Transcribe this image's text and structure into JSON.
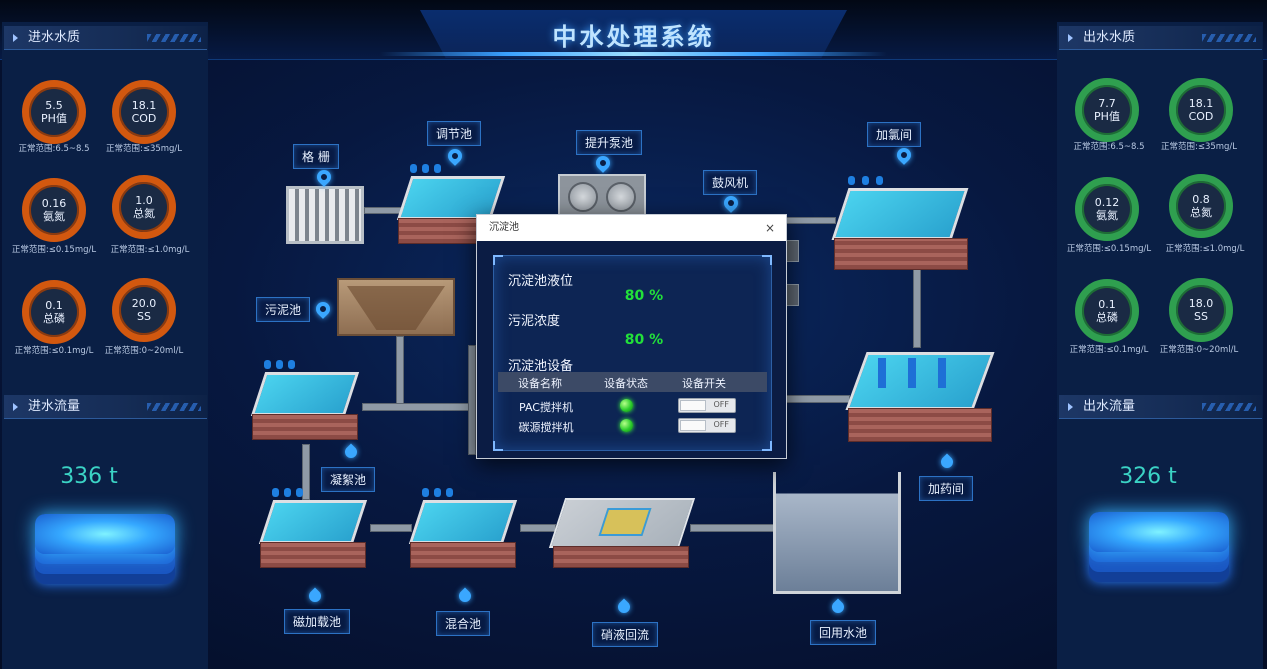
{
  "header": {
    "title": "中水处理系统"
  },
  "left_panel": {
    "quality_title": "进水水质",
    "flow_title": "进水流量",
    "flow_value": "336 t",
    "gauges": [
      {
        "value": "5.5",
        "label": "PH值",
        "note": "正常范围:6.5~8.5"
      },
      {
        "value": "18.1",
        "label": "COD",
        "note": "正常范围:≤35mg/L"
      },
      {
        "value": "0.16",
        "label": "氨氮",
        "note": "正常范围:≤0.15mg/L"
      },
      {
        "value": "1.0",
        "label": "总氮",
        "note": "正常范围:≤1.0mg/L"
      },
      {
        "value": "0.1",
        "label": "总磷",
        "note": "正常范围:≤0.1mg/L"
      },
      {
        "value": "20.0",
        "label": "SS",
        "note": "正常范围:0~20ml/L"
      }
    ]
  },
  "right_panel": {
    "quality_title": "出水水质",
    "flow_title": "出水流量",
    "flow_value": "326 t",
    "gauges": [
      {
        "value": "7.7",
        "label": "PH值",
        "note": "正常范围:6.5~8.5"
      },
      {
        "value": "18.1",
        "label": "COD",
        "note": "正常范围:≤35mg/L"
      },
      {
        "value": "0.12",
        "label": "氨氮",
        "note": "正常范围:≤0.15mg/L"
      },
      {
        "value": "0.8",
        "label": "总氮",
        "note": "正常范围:≤1.0mg/L"
      },
      {
        "value": "0.1",
        "label": "总磷",
        "note": "正常范围:≤0.1mg/L"
      },
      {
        "value": "18.0",
        "label": "SS",
        "note": "正常范围:0~20ml/L"
      }
    ]
  },
  "process": {
    "grille": "格 栅",
    "regulating_tank": "调节池",
    "lift_pump": "提升泵池",
    "blower": "鼓风机",
    "chlorination": "加氯间",
    "sludge_tank": "污泥池",
    "flocculation": "凝絮池",
    "dosing_room": "加药间",
    "magnetic_tank": "磁加载池",
    "mixing_tank": "混合池",
    "nitrate_reflux": "硝液回流",
    "reuse_tank": "回用水池"
  },
  "dialog": {
    "title": "沉淀池",
    "close_glyph": "×",
    "level_label": "沉淀池液位",
    "level_value": "80 %",
    "sludge_label": "污泥浓度",
    "sludge_value": "80 %",
    "equipment_label": "沉淀池设备",
    "columns": [
      "设备名称",
      "设备状态",
      "设备开关"
    ],
    "rows": [
      {
        "name": "PAC搅拌机",
        "switch": "OFF"
      },
      {
        "name": "碳源搅拌机",
        "switch": "OFF"
      }
    ]
  },
  "colors": {
    "inlet_gauge": "#d2580f",
    "outlet_gauge": "#2f9f4f",
    "value_green": "#22e03a",
    "flow_value": "#3bd3c5"
  }
}
